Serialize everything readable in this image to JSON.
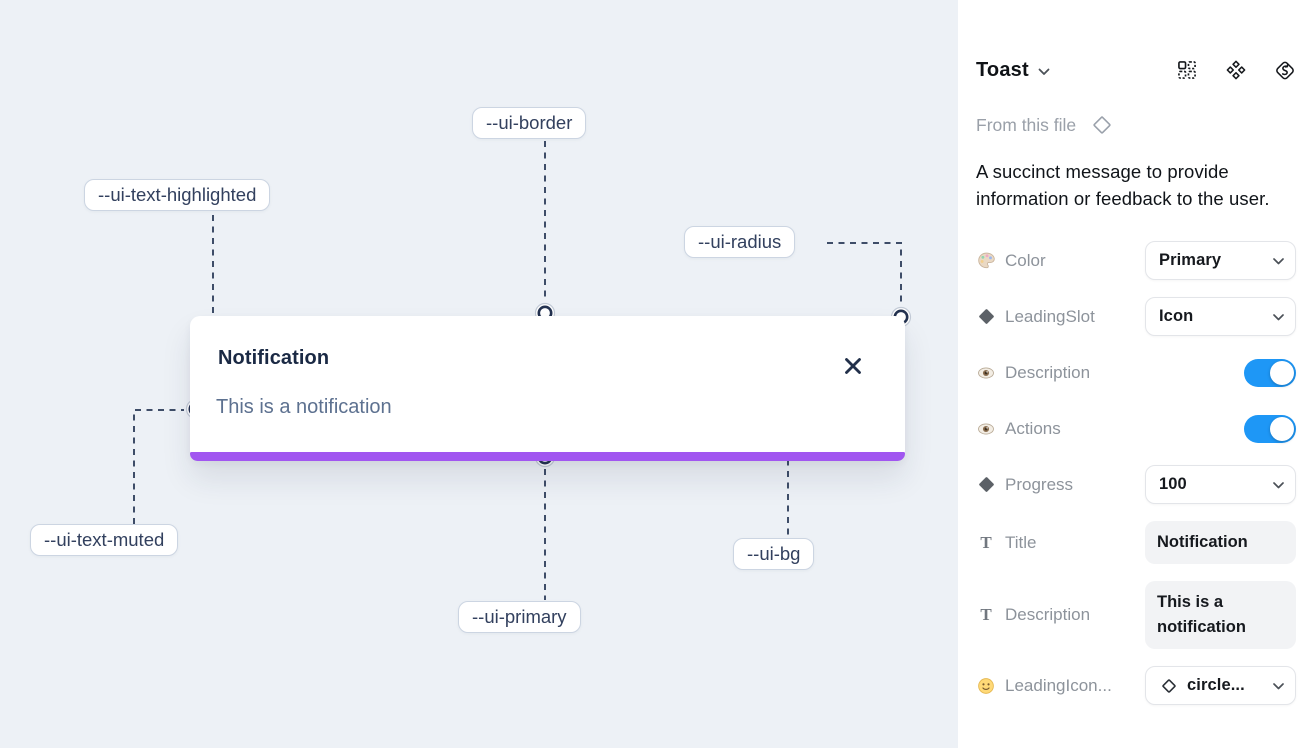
{
  "canvas": {
    "toast": {
      "title": "Notification",
      "description": "This is a notification"
    },
    "annotations": [
      {
        "label": "--ui-border"
      },
      {
        "label": "--ui-text-highlighted"
      },
      {
        "label": "--ui-radius"
      },
      {
        "label": "--ui-text-muted"
      },
      {
        "label": "--ui-primary"
      },
      {
        "label": "--ui-bg"
      }
    ],
    "colors": {
      "background": "#edf1f6",
      "primary_bar": "#a156f0",
      "connector": "#3e4d68"
    }
  },
  "panel": {
    "header": {
      "title": "Toast",
      "icons": [
        "insert-grid-icon",
        "component-icon",
        "swap-shape-icon"
      ]
    },
    "source": {
      "label": "From this file",
      "icon": "diamond-outline-icon"
    },
    "description": "A succinct message to provide information or feedback to the user.",
    "properties": [
      {
        "name": "Color",
        "icon": "palette-icon",
        "control": "select",
        "value": "Primary"
      },
      {
        "name": "LeadingSlot",
        "icon": "diamond-icon",
        "control": "select",
        "value": "Icon"
      },
      {
        "name": "Description",
        "icon": "eye-icon",
        "control": "toggle",
        "value": "on"
      },
      {
        "name": "Actions",
        "icon": "eye-icon",
        "control": "toggle",
        "value": "on"
      },
      {
        "name": "Progress",
        "icon": "diamond-icon",
        "control": "select",
        "value": "100"
      },
      {
        "name": "Title",
        "icon": "text-icon",
        "control": "textfield",
        "value": "Notification"
      },
      {
        "name": "Description",
        "icon": "text-icon",
        "control": "textfield",
        "value": "This is a notification"
      },
      {
        "name": "LeadingIcon...",
        "icon": "smiley-icon",
        "control": "select",
        "value": "circle...",
        "value_icon": "diamond-outline-icon"
      }
    ],
    "colors": {
      "toggle_on": "#1e97f6"
    }
  }
}
